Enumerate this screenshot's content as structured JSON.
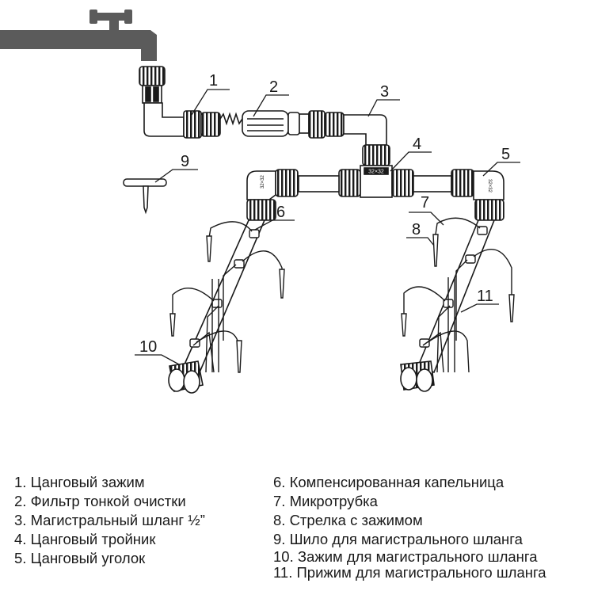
{
  "callouts": [
    {
      "id": "1",
      "text": "1"
    },
    {
      "id": "2",
      "text": "2"
    },
    {
      "id": "3",
      "text": "3"
    },
    {
      "id": "4",
      "text": "4"
    },
    {
      "id": "5",
      "text": "5"
    },
    {
      "id": "6",
      "text": "6"
    },
    {
      "id": "7",
      "text": "7"
    },
    {
      "id": "8",
      "text": "8"
    },
    {
      "id": "9",
      "text": "9"
    },
    {
      "id": "10",
      "text": "10"
    },
    {
      "id": "11",
      "text": "11"
    }
  ],
  "fitting_marks": {
    "tee": "32×32",
    "left_elbow": "32×32",
    "right_elbow": "32×32"
  },
  "legend_left": [
    "1. Цанговый зажим",
    "2. Фильтр тонкой очистки",
    "3. Магистральный шланг ½”",
    "4. Цанговый тройник",
    "5. Цанговый уголок"
  ],
  "legend_right": [
    "6. Компенсированная капельница",
    "7. Микротрубка",
    "8. Стрелка с зажимом",
    "9. Шило для магистрального шланга",
    "10. Зажим для магистрального шланга",
    "11. Прижим для магистрального шланга"
  ]
}
